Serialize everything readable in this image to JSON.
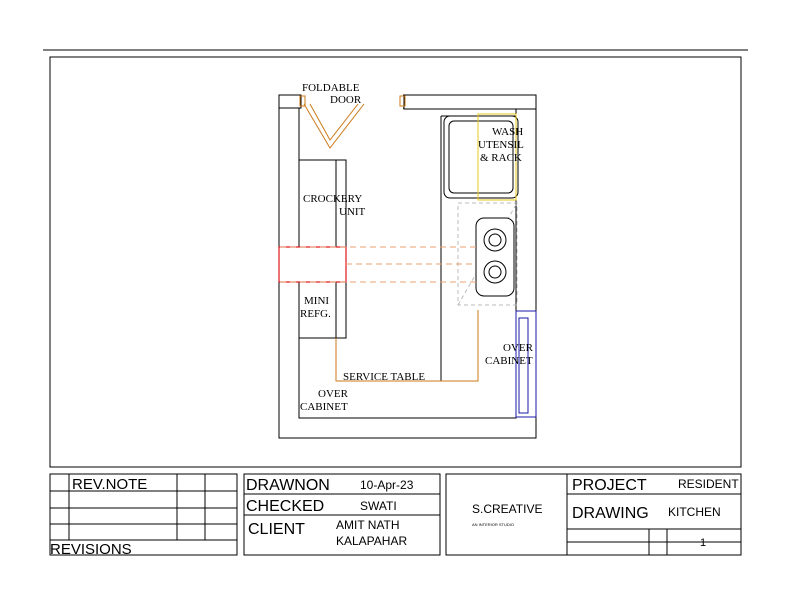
{
  "plan": {
    "labels": {
      "foldable_door_1": "FOLDABLE",
      "foldable_door_2": "DOOR",
      "wash_1": "WASH",
      "wash_2": "UTENSIL",
      "wash_3": "& RACK",
      "crockery_1": "CROCKERY",
      "crockery_2": "UNIT",
      "mini_1": "MINI",
      "mini_2": "REFG.",
      "over_right_1": "OVER",
      "over_right_2": "CABINET",
      "service_table": "SERVICE TABLE",
      "over_left_1": "OVER",
      "over_left_2": "CABINET"
    }
  },
  "title_block": {
    "revisions": {
      "rev_note": "REV.NOTE",
      "revisions": "REVISIONS"
    },
    "drawn": {
      "label": "DRAWNON",
      "value": "10-Apr-23"
    },
    "checked": {
      "label": "CHECKED",
      "value": "SWATI"
    },
    "client": {
      "label": "CLIENT",
      "value_1": "AMIT NATH",
      "value_2": "KALAPAHAR"
    },
    "company": {
      "name": "S.CREATIVE",
      "tagline": "AN INTERIOR STUDIO"
    },
    "project": {
      "label": "PROJECT",
      "value": "RESIDENT"
    },
    "drawing": {
      "label": "DRAWING",
      "value": "KITCHEN"
    },
    "sheet": {
      "number": "1"
    }
  },
  "colors": {
    "line": "#000000",
    "orange": "#cc7a1a",
    "red": "#e0141e",
    "yellow": "#e8c81a",
    "blue": "#1a1aa8",
    "dash": "#bbbbbb"
  }
}
